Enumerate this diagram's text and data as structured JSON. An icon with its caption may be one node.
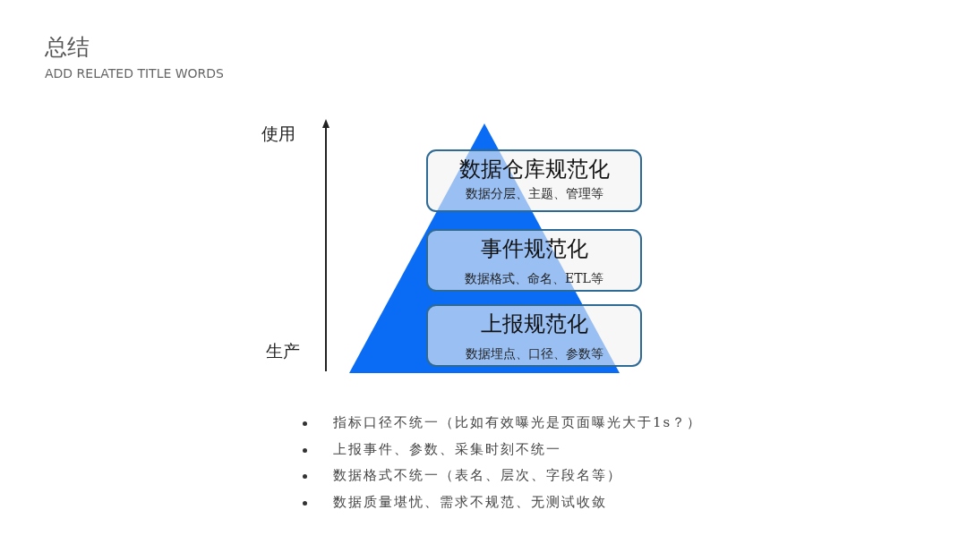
{
  "diagram": {
    "title": "总结",
    "nodes": [
      {
        "text": [
          "数据仓库规范化",
          "数据分层、主题、管理等"
        ]
      },
      {
        "text": [
          "事件规范化",
          "数据格式、命名、ETL等"
        ]
      },
      {
        "text": [
          "上报规范化",
          "数据埋点、口径、参数等"
        ]
      }
    ],
    "edges": [],
    "labels": [
      "ADD RELATED TITLE WORDS",
      "使用",
      "生产",
      "指标口径不统一（比如有效曝光是页面曝光大于1s？）",
      "上报事件、参数、采集时刻不统一",
      "数据格式不统一（表名、层次、字段名等）",
      "数据质量堪忧、需求不规范、无测试收敛"
    ]
  }
}
